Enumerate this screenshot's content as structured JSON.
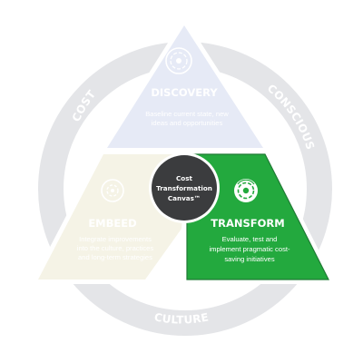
{
  "ring_labels": {
    "cost": "COST",
    "conscious": "CONSCIOUS",
    "culture": "CULTURE"
  },
  "center": {
    "line1": "Cost",
    "line2": "Transformation",
    "line3": "Canvas™"
  },
  "panels": {
    "discovery": {
      "title": "DISCOVERY",
      "desc_line1": "Baseline current state, new",
      "desc_line2": "ideas and opportunities",
      "icon": "target-cycle-icon"
    },
    "embeed": {
      "title": "EMBEED",
      "desc_line1": "Integrate improvements",
      "desc_line2": "into the culture, practices",
      "desc_line3": "and long-term strategies",
      "icon": "recycle-gear-icon"
    },
    "transform": {
      "title": "TRANSFORM",
      "desc_line1": "Evaluate, test and",
      "desc_line2": "implement pragmatic cost-",
      "desc_line3": "saving initiatives",
      "icon": "gear-cycle-icon"
    }
  },
  "colors": {
    "ring": "#e4e5e8",
    "discovery": "#e6eaf6",
    "embeed": "#f5f3e6",
    "transform": "#23a93e",
    "transform_border": "#1f7a34",
    "center": "#3b3c3e",
    "faded_text": "#ffffff"
  }
}
